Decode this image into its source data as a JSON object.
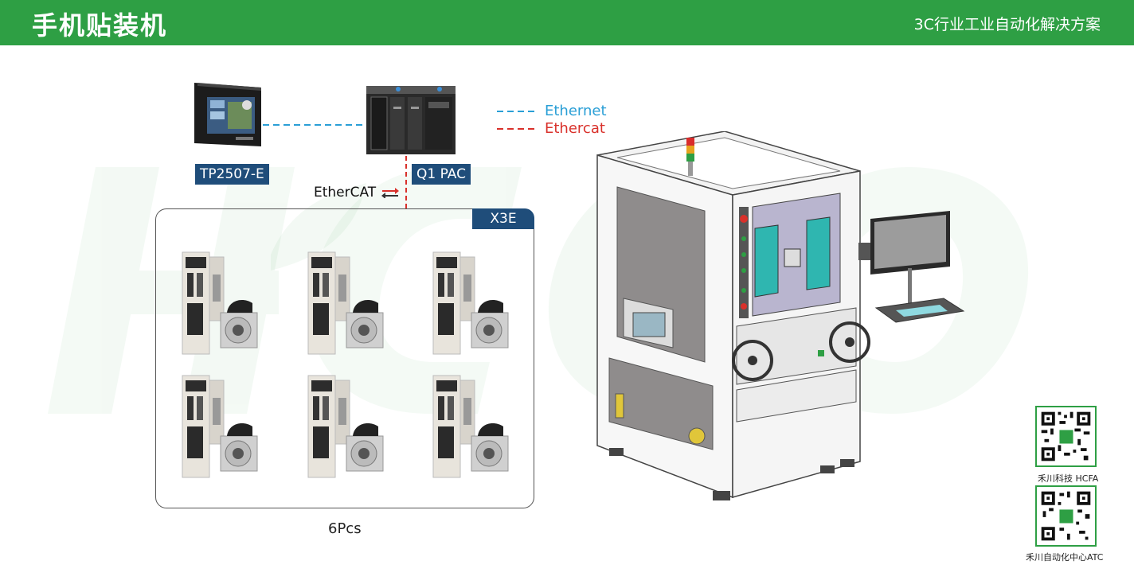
{
  "header": {
    "title": "手机贴装机",
    "subtitle": "3C行业工业自动化解决方案"
  },
  "devices": {
    "hmi_label": "TP2507-E",
    "controller_label": "Q1 PAC",
    "bus_logo": "EtherCAT",
    "group_tag": "X3E",
    "group_count": "6Pcs"
  },
  "legend": {
    "ethernet": "Ethernet",
    "ethercat": "Ethercat",
    "ethernet_color": "#2a9fd6",
    "ethercat_color": "#d9312b"
  },
  "qr": [
    {
      "caption": "禾川科技 HCFA"
    },
    {
      "caption": "禾川自动化中心ATC"
    }
  ],
  "colors": {
    "brand_green": "#2e9f44",
    "label_blue": "#1f4d7a"
  }
}
